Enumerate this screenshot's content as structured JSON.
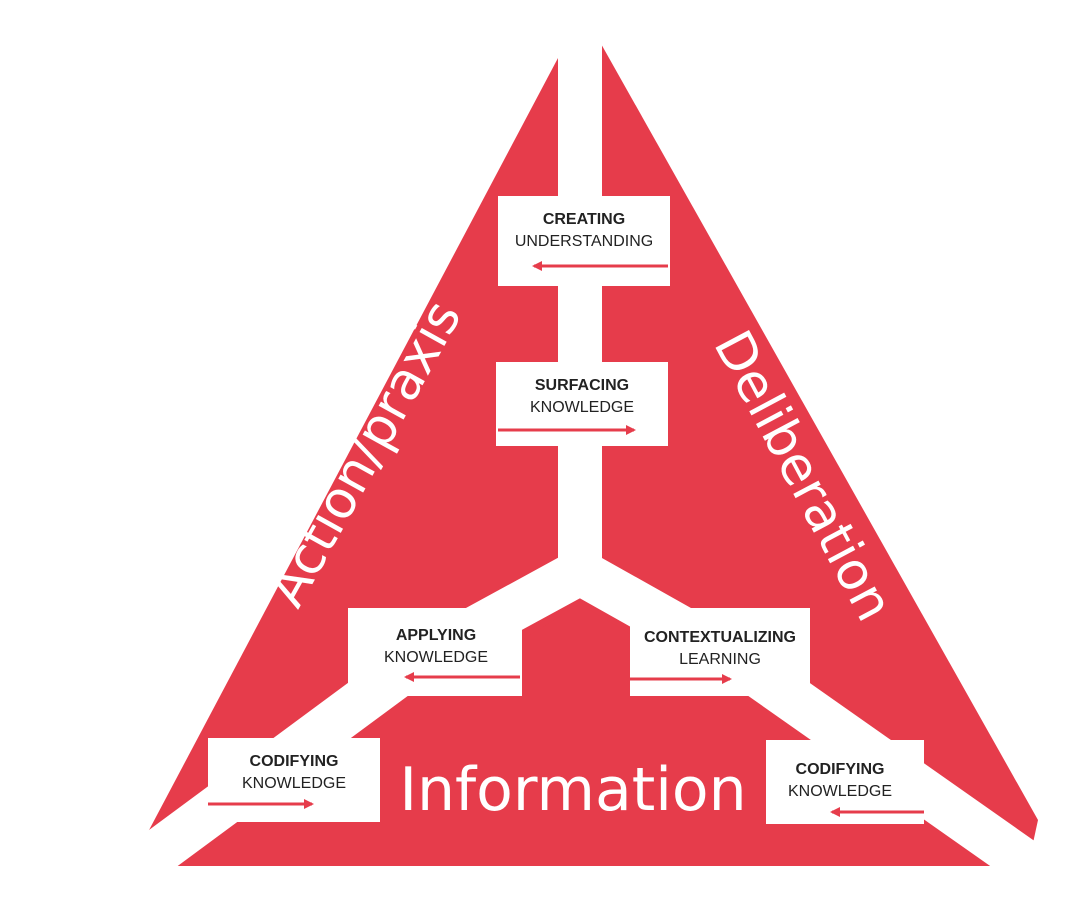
{
  "colors": {
    "accent": "#E63C4B",
    "background": "#FFFFFF",
    "text": "#222222"
  },
  "labels": {
    "left_side": "Action/praxis",
    "right_side": "Deliberation",
    "bottom": "Information"
  },
  "boxes": {
    "creating": {
      "line1": "CREATING",
      "line2": "UNDERSTANDING",
      "arrow": "left"
    },
    "surfacing": {
      "line1": "SURFACING",
      "line2": "KNOWLEDGE",
      "arrow": "right"
    },
    "applying": {
      "line1": "APPLYING",
      "line2": "KNOWLEDGE",
      "arrow": "left"
    },
    "contextualizing": {
      "line1": "CONTEXTUALIZING",
      "line2": "LEARNING",
      "arrow": "right"
    },
    "codifying_left": {
      "line1": "CODIFYING",
      "line2": "KNOWLEDGE",
      "arrow": "right"
    },
    "codifying_right": {
      "line1": "CODIFYING",
      "line2": "KNOWLEDGE",
      "arrow": "left"
    }
  }
}
